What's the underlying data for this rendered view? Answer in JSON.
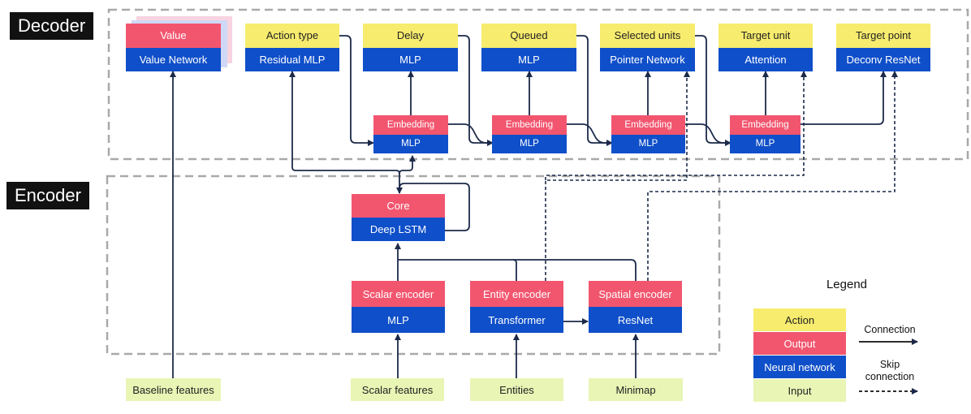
{
  "sections": {
    "decoder": "Decoder",
    "encoder": "Encoder"
  },
  "decoder": {
    "value": {
      "output": "Value",
      "network": "Value Network"
    },
    "action_type": {
      "action": "Action type",
      "network": "Residual MLP"
    },
    "delay": {
      "action": "Delay",
      "network": "MLP"
    },
    "queued": {
      "action": "Queued",
      "network": "MLP"
    },
    "selected_units": {
      "action": "Selected units",
      "network": "Pointer Network"
    },
    "target_unit": {
      "action": "Target unit",
      "network": "Attention"
    },
    "target_point": {
      "action": "Target point",
      "network": "Deconv ResNet"
    },
    "embeddings": [
      {
        "label": "Embedding",
        "network": "MLP"
      },
      {
        "label": "Embedding",
        "network": "MLP"
      },
      {
        "label": "Embedding",
        "network": "MLP"
      },
      {
        "label": "Embedding",
        "network": "MLP"
      }
    ]
  },
  "encoder": {
    "core": {
      "label": "Core",
      "network": "Deep LSTM"
    },
    "scalar": {
      "label": "Scalar encoder",
      "network": "MLP"
    },
    "entity": {
      "label": "Entity encoder",
      "network": "Transformer"
    },
    "spatial": {
      "label": "Spatial encoder",
      "network": "ResNet"
    }
  },
  "inputs": {
    "baseline": "Baseline features",
    "scalar": "Scalar features",
    "entities": "Entities",
    "minimap": "Minimap"
  },
  "legend": {
    "title": "Legend",
    "action": "Action",
    "output": "Output",
    "neural_network": "Neural network",
    "input": "Input",
    "connection": "Connection",
    "skip_line1": "Skip",
    "skip_line2": "connection"
  },
  "colors": {
    "action": "#f7ec6e",
    "output": "#f2566f",
    "neural_network": "#0f4fc9",
    "input": "#e8f5b5",
    "line": "#1c2a4a",
    "dashed_border": "#a9a9a9"
  }
}
